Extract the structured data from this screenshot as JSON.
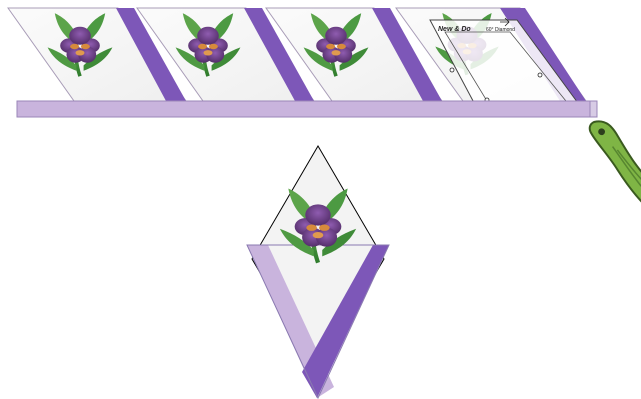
{
  "colors": {
    "background": "#ffffff",
    "strip_light": "#c9b4dd",
    "strip_dark": "#7d57b8",
    "strip_edge": "#9a86b8",
    "flower_petal": "#6d3f8c",
    "flower_center": "#d68a3c",
    "leaf": "#4f9a43",
    "tool_green": "#7fb545",
    "tool_dark": "#3a5a1f"
  },
  "ruler": {
    "brand": "New & Do",
    "label": "60° Diamond",
    "fine_print": ""
  },
  "icons": {
    "diamond_panel": "flower-diamond-panel",
    "rotary_tool": "green-handle-tool"
  }
}
